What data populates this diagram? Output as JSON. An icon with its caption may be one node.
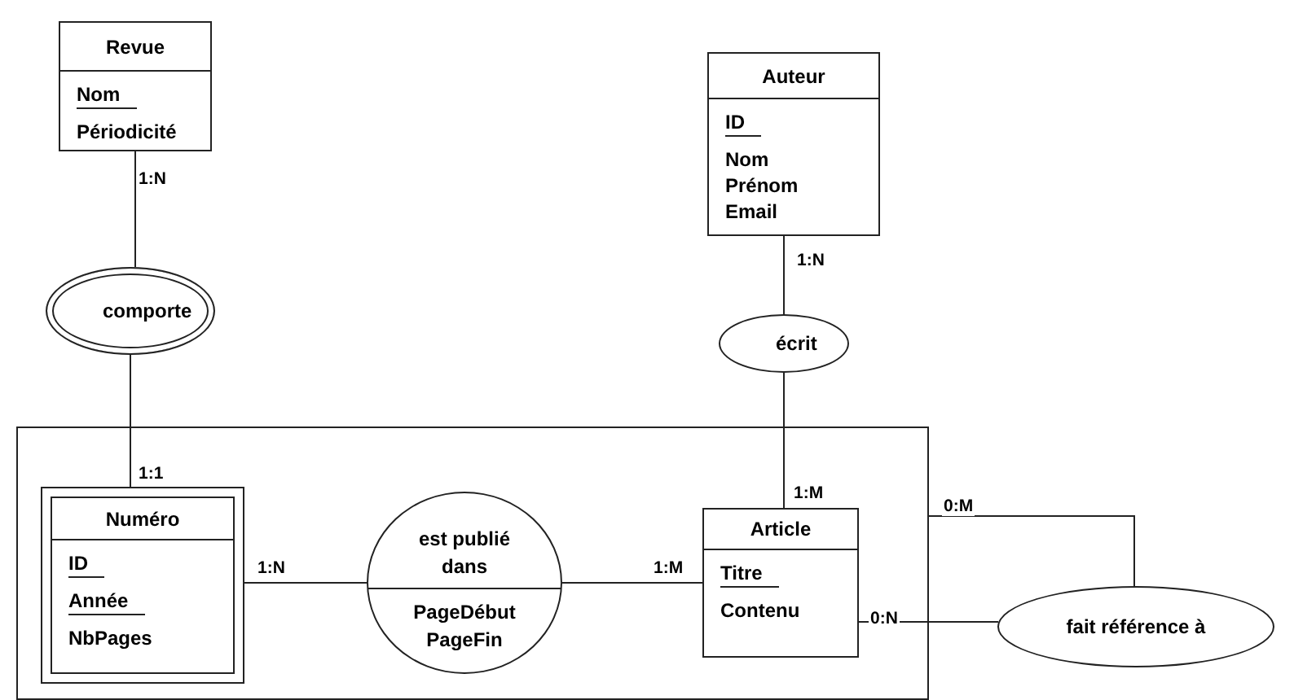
{
  "diagram": {
    "nodes": [
      {
        "text": [
          "Revue",
          "Nom",
          "Périodicité"
        ]
      },
      {
        "text": [
          "comporte"
        ]
      },
      {
        "text": [
          "Auteur",
          "ID",
          "Nom",
          "Prénom",
          "Email"
        ]
      },
      {
        "text": [
          "écrit"
        ]
      },
      {
        "text": [],
        "shape": "box"
      },
      {
        "text": [
          "Numéro",
          "ID",
          "Année",
          "NbPages"
        ],
        "in": 4
      },
      {
        "text": [
          "est publié dans",
          "PageDébut PageFin"
        ],
        "in": 4
      },
      {
        "text": [
          "Article",
          "Titre",
          "Contenu"
        ],
        "in": 4
      },
      {
        "text": [
          "fait référence à"
        ]
      }
    ],
    "edges": [
      {
        "from": 0,
        "to": 1,
        "arrow": "none",
        "label": "1:N"
      },
      {
        "from": 1,
        "to": 5,
        "arrow": "none",
        "label": "1:1"
      },
      {
        "from": 2,
        "to": 3,
        "arrow": "none",
        "label": "1:N"
      },
      {
        "from": 3,
        "to": 7,
        "arrow": "none",
        "label": "1:M"
      },
      {
        "from": 5,
        "to": 6,
        "arrow": "none",
        "label": "1:N"
      },
      {
        "from": 6,
        "to": 7,
        "arrow": "none",
        "label": "1:M"
      },
      {
        "from": 4,
        "to": 8,
        "arrow": "none",
        "label": "0:M"
      },
      {
        "from": 7,
        "to": 8,
        "arrow": "none",
        "label": "0:N"
      }
    ]
  }
}
